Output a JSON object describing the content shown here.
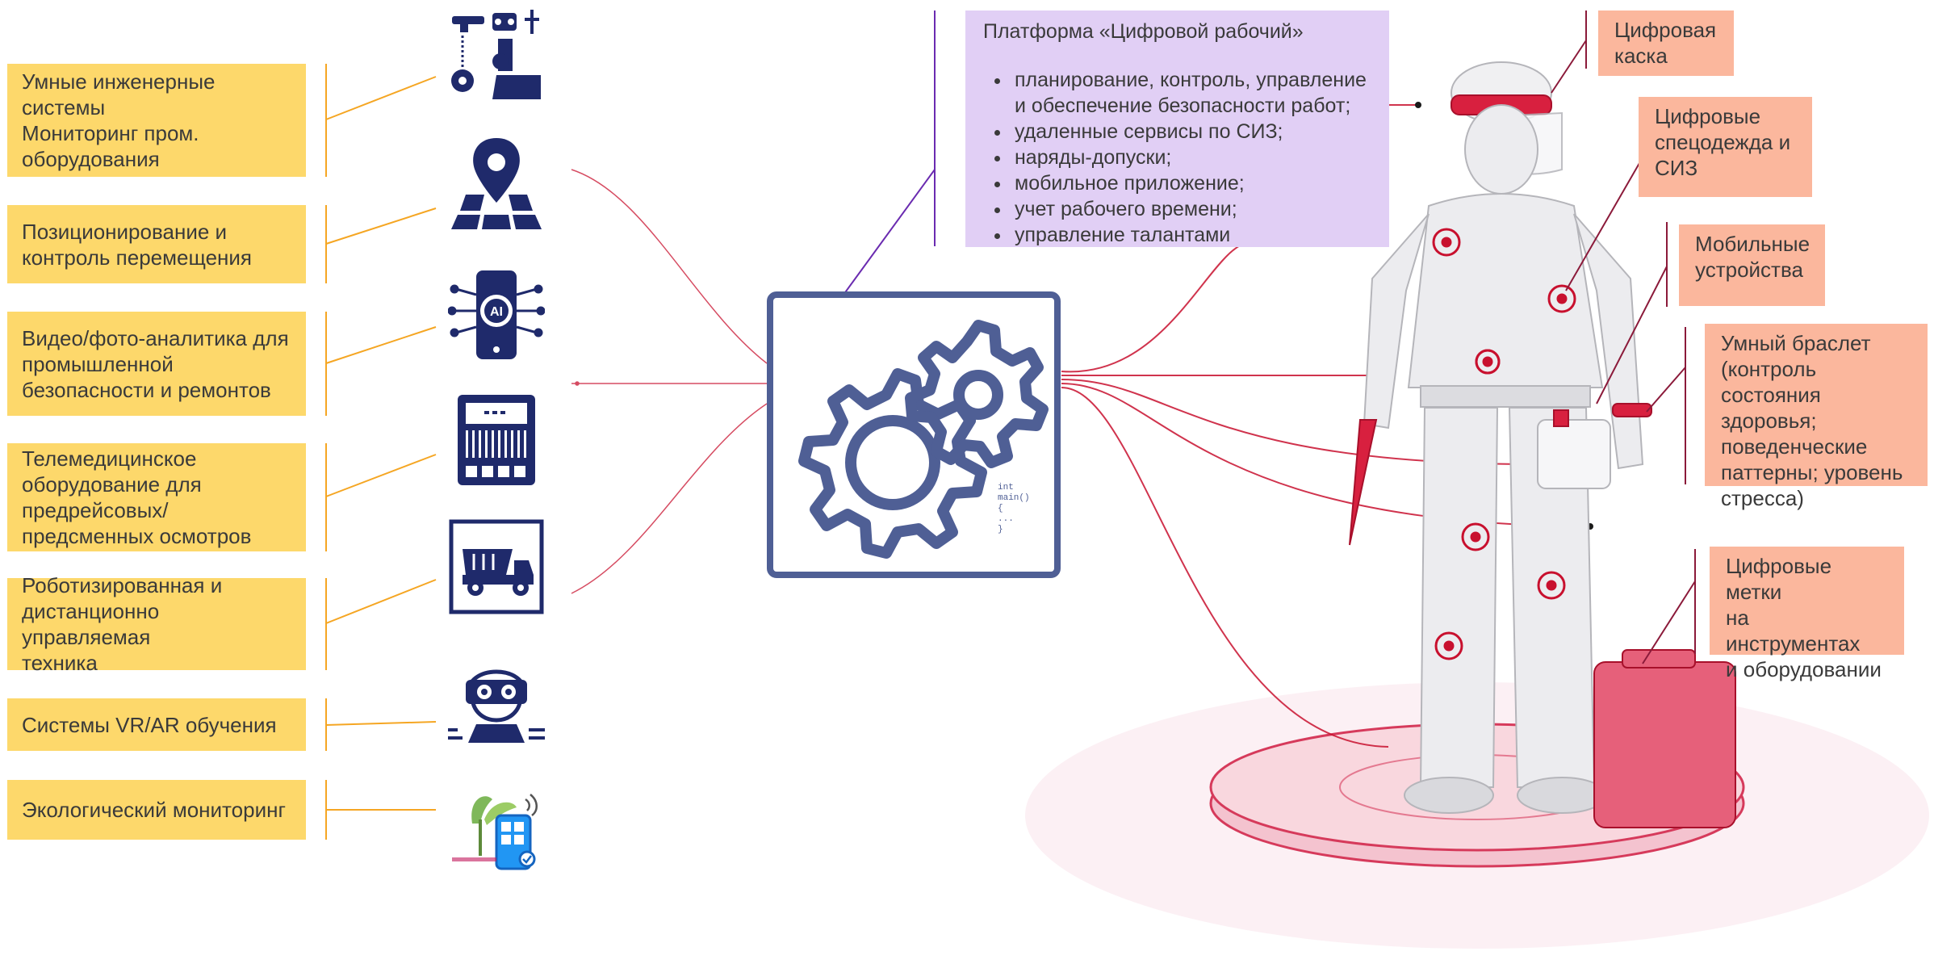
{
  "left_items": [
    {
      "label": "Умные инженерные\nсистемы\nМониторинг пром.\nоборудования",
      "icon": "robot-arm-icon"
    },
    {
      "label": "Позиционирование и\nконтроль перемещения",
      "icon": "map-pin-icon"
    },
    {
      "label": "Видео/фото-аналитика для\nпромышленной\nбезопасности и ремонтов",
      "icon": "ai-phone-icon"
    },
    {
      "label": "Телемедицинское\nоборудование для\nпредрейсовых/\nпредсменных осмотров",
      "icon": "medical-device-icon"
    },
    {
      "label": "Роботизированная и\nдистанционно управляемая\nтехника",
      "icon": "dump-truck-icon"
    },
    {
      "label": "Системы VR/AR обучения",
      "icon": "vr-headset-icon"
    },
    {
      "label": "Экологический мониторинг",
      "icon": "eco-monitor-icon"
    }
  ],
  "platform": {
    "title": "Платформа «Цифровой рабочий»",
    "items": [
      "планирование, контроль, управление и обеспечение безопасности работ;",
      "удаленные сервисы по СИЗ;",
      "наряды-допуски;",
      "мобильное приложение;",
      "учет рабочего времени;",
      "управление талантами"
    ]
  },
  "center_icon": {
    "name": "gears-icon",
    "code_text": "int\nmain()\n{\n...\n}"
  },
  "right_items": [
    {
      "label": "Цифровая\nкаска"
    },
    {
      "label": "Цифровые\nспецодежда и\nСИЗ"
    },
    {
      "label": "Мобильные\nустройства"
    },
    {
      "label": "Умный браслет\n(контроль состояния\nздоровья;\nповеденческие\nпаттерны; уровень\nстресса)"
    },
    {
      "label": "Цифровые метки\nна инструментах\nи оборудовании"
    }
  ],
  "colors": {
    "left_box": "#fdd86b",
    "left_connector": "#f5a623",
    "platform_box": "#e1cff5",
    "right_box": "#fbb79d",
    "icon_navy": "#1f2a6b",
    "gear_blue": "#4f5f95",
    "accent_red": "#c8102e",
    "callout_line": "#8b1a3a"
  }
}
